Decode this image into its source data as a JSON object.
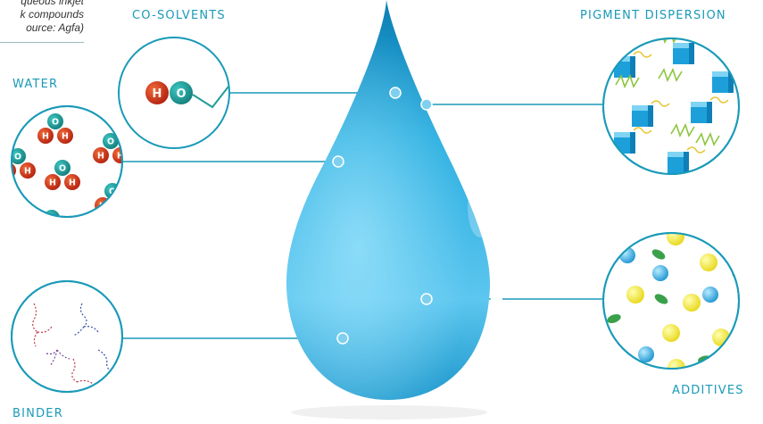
{
  "caption": {
    "line1": "queous inkjet",
    "line2": "k compounds",
    "line3": "ource: Agfa)"
  },
  "labels": {
    "co_solvents": "CO-SOLVENTS",
    "water": "WATER",
    "binder": "BINDER",
    "pigment_dispersion": "PIGMENT DISPERSION",
    "additives": "ADDITIVES"
  },
  "molecule_letters": {
    "hydrogen": "H",
    "oxygen": "O"
  },
  "colors": {
    "accent": "#1a9ab8",
    "drop_light": "#8fdcf7",
    "drop_dark": "#1593c7",
    "hydrogen": "#d8321f",
    "oxygen": "#1f9d9b",
    "pigment": "#1da0da",
    "dispersant": "#8cc63f",
    "additive_yellow": "#f3ec3a",
    "additive_blue": "#2ca8e2",
    "additive_green": "#3aa14a"
  }
}
